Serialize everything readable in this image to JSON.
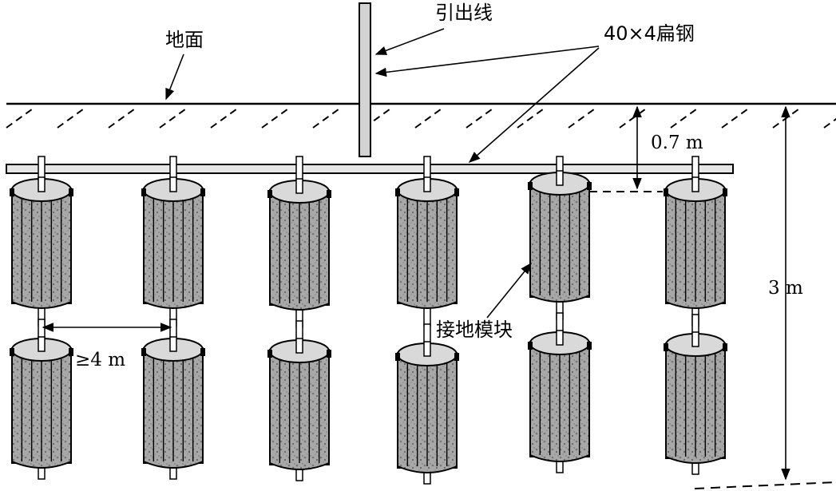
{
  "labels": {
    "lead_out_wire": "引出线",
    "ground_surface": "地面",
    "flat_steel": "40×4扁钢",
    "burial_depth": "0.7 m",
    "total_depth": "3 m",
    "module_spacing": "≥4 m",
    "grounding_module": "接地模块"
  },
  "diagram": {
    "module_columns": 6,
    "module_rows": 2
  },
  "colors": {
    "line": "#000000",
    "module_fill": "#a9a9a9",
    "module_cap": "#d3d3d3",
    "rod": "#ffffff"
  }
}
